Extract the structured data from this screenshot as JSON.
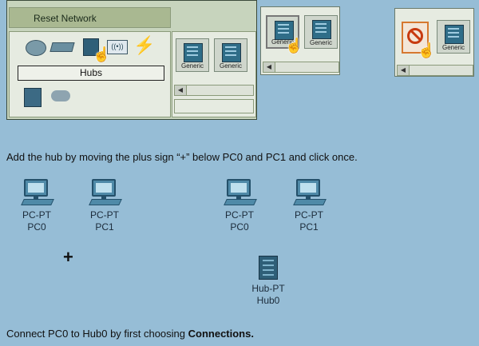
{
  "panel1": {
    "toolbar_title": "Reset Network",
    "category_label": "Hubs",
    "wireless_label": "((•))",
    "generic_labels": [
      "Generic",
      "Generic"
    ]
  },
  "panel2": {
    "generic_labels": [
      "Generic",
      "Generic"
    ]
  },
  "panel3": {
    "generic_label": "Generic"
  },
  "instructions": {
    "line1": "Add the hub by moving the plus sign “+” below PC0 and PC1 and click once.",
    "line2_prefix": "Connect PC0 to Hub0 by first choosing ",
    "line2_bold": "Connections."
  },
  "topology": {
    "left": {
      "pcs": [
        {
          "type": "PC-PT",
          "name": "PC0"
        },
        {
          "type": "PC-PT",
          "name": "PC1"
        }
      ],
      "cursor": "+"
    },
    "right": {
      "pcs": [
        {
          "type": "PC-PT",
          "name": "PC0"
        },
        {
          "type": "PC-PT",
          "name": "PC1"
        }
      ],
      "hub": {
        "type": "Hub-PT",
        "name": "Hub0"
      }
    }
  },
  "colors": {
    "background": "#96bdd6",
    "panel": "#e6ebe1",
    "toolbar": "#a9b891",
    "device": "#2f5f78"
  }
}
